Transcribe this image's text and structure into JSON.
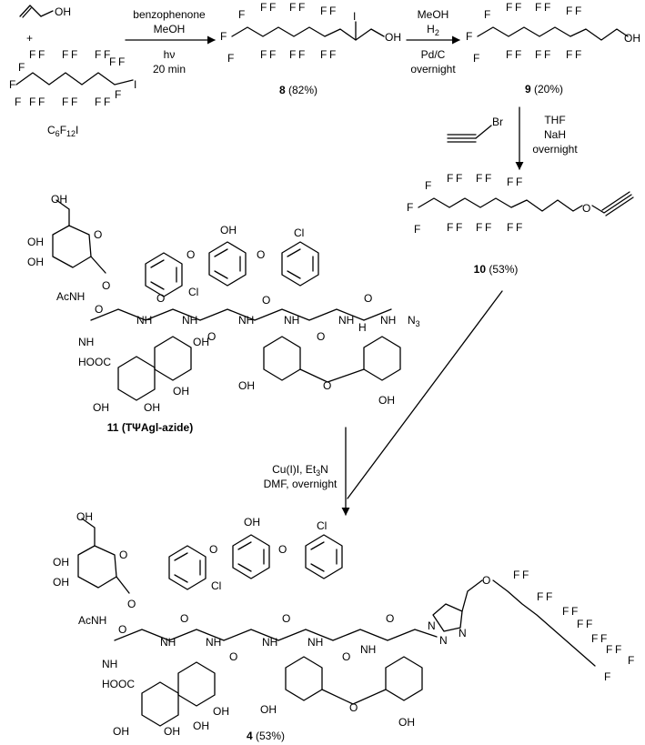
{
  "reactants": {
    "allyl_alcohol_oh": "OH",
    "plus": "+",
    "perfluorohexyl_iodide_formula": "C6F12I",
    "iodide_atom": "I",
    "propargyl_bromide_atom": "Br"
  },
  "atom_labels": {
    "fluorine": "F",
    "iodine": "I",
    "hydroxyl": "OH",
    "oxygen": "O",
    "chlorine": "Cl",
    "amide_nh": "NH",
    "nitrogen": "N",
    "hydrogen": "H",
    "acetamido": "AcNH",
    "carboxylate": "HOOC",
    "azide": "N3"
  },
  "steps": [
    {
      "id": "step1",
      "conditions": [
        "benzophenone",
        "MeOH",
        "hν",
        "20 min"
      ]
    },
    {
      "id": "step2",
      "conditions": [
        "MeOH",
        "H2",
        "Pd/C",
        "overnight"
      ]
    },
    {
      "id": "step3",
      "conditions": [
        "THF",
        "NaH",
        "overnight"
      ]
    },
    {
      "id": "step4",
      "conditions": [
        "Cu(I)I, Et3N",
        "DMF, overnight"
      ]
    }
  ],
  "compounds": [
    {
      "id": "8",
      "label": "8",
      "yield": "(82%)"
    },
    {
      "id": "9",
      "label": "9",
      "yield": "(20%)"
    },
    {
      "id": "10",
      "label": "10",
      "yield": "(53%)"
    },
    {
      "id": "11",
      "label": "11 (TΨAgl-azide)"
    },
    {
      "id": "4",
      "label": "4",
      "yield": "(53%)"
    }
  ],
  "colors": {
    "ink": "#000000",
    "background": "#ffffff"
  }
}
